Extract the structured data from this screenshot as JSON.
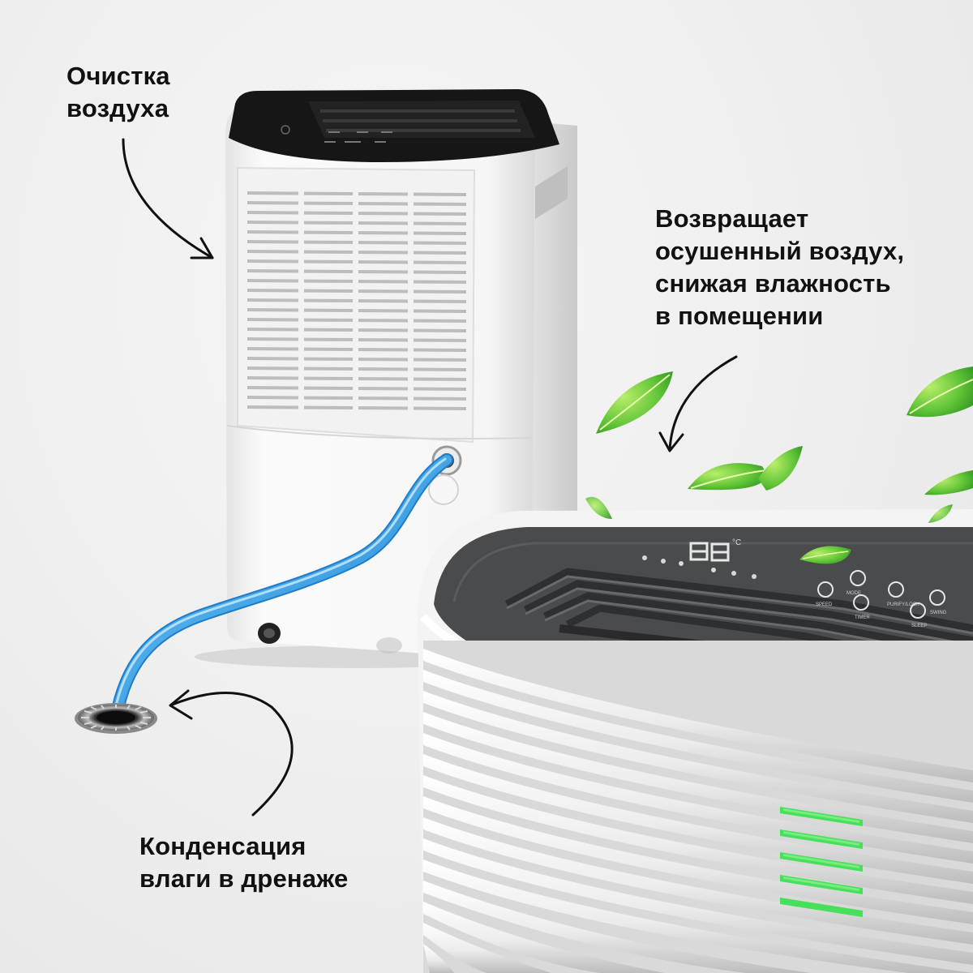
{
  "captions": {
    "air_cleaning": {
      "line1": "Очистка",
      "line2": "воздуха"
    },
    "returns_dry_air": {
      "line1": "Возвращает",
      "line2": "осушенный воздух,",
      "line3": "снижая влажность",
      "line4": "в помещении"
    },
    "condensation": {
      "line1": "Конденсация",
      "line2": "влаги в дренаже"
    }
  },
  "colors": {
    "text": "#111111",
    "hose": "#3aa3e6",
    "leaf": "#5cc23a",
    "led": "#46e05a",
    "panel": "#4a4b4d"
  },
  "icons": [
    "curved-arrow-icon",
    "leaf-icon",
    "drain-icon",
    "water-hose-icon"
  ]
}
